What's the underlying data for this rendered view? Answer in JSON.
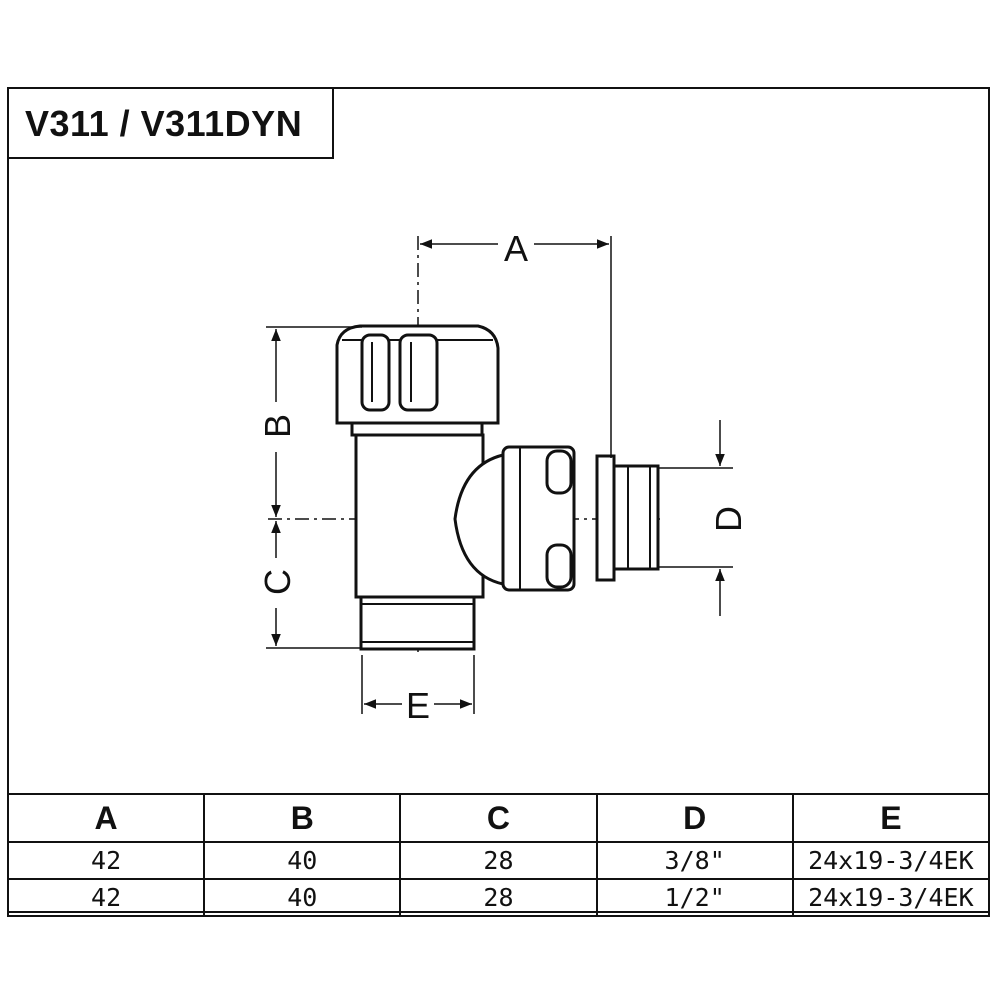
{
  "title": "V311 / V311DYN",
  "labels": {
    "a": "A",
    "b": "B",
    "c": "C",
    "d": "D",
    "e": "E"
  },
  "table": {
    "headers": [
      "A",
      "B",
      "C",
      "D",
      "E"
    ],
    "rows": [
      [
        "42",
        "40",
        "28",
        "3/8\"",
        "24x19-3/4EK"
      ],
      [
        "42",
        "40",
        "28",
        "1/2\"",
        "24x19-3/4EK"
      ]
    ]
  }
}
